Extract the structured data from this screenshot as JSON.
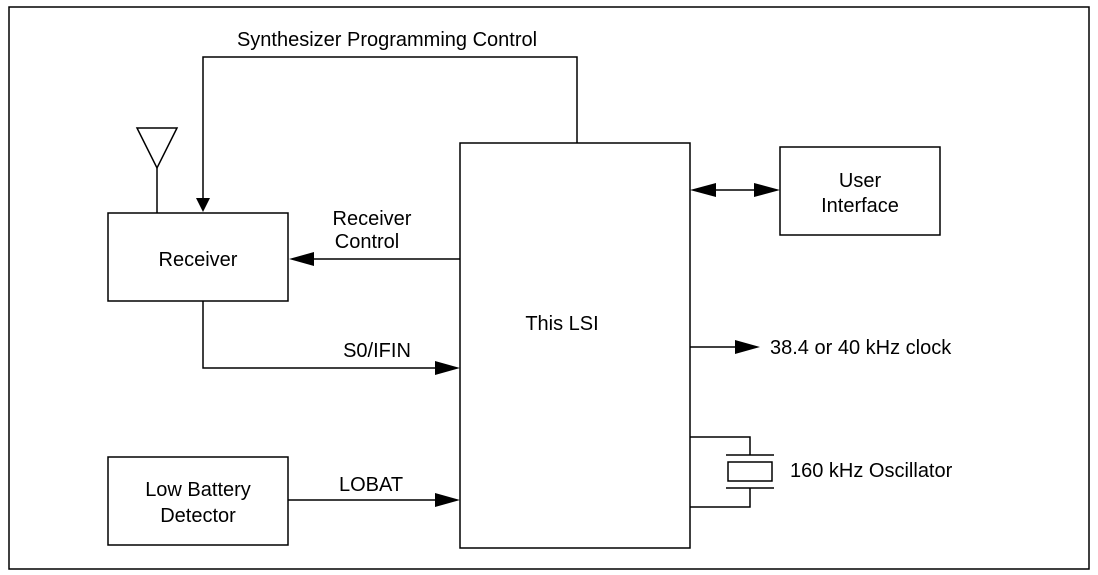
{
  "labels": {
    "synth_control": "Synthesizer Programming Control",
    "receiver_control_line1": "Receiver",
    "receiver_control_line2": "Control",
    "s0_ifin": "S0/IFIN",
    "lobat": "LOBAT",
    "clock_out": "38.4 or 40 kHz clock",
    "oscillator": "160 kHz Oscillator"
  },
  "blocks": {
    "receiver": "Receiver",
    "lsi": "This LSI",
    "user_interface_line1": "User",
    "user_interface_line2": "Interface",
    "low_battery_line1": "Low Battery",
    "low_battery_line2": "Detector"
  }
}
